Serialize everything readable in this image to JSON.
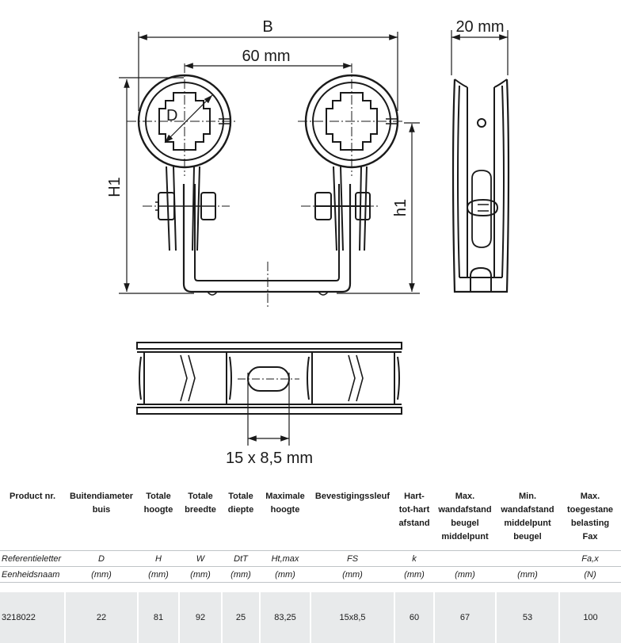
{
  "drawing": {
    "label_B": "B",
    "label_60": "60 mm",
    "label_20": "20 mm",
    "label_D": "D",
    "label_H1": "H1",
    "label_h1": "h1",
    "label_slot": "15 x 8,5 mm"
  },
  "table": {
    "headers": [
      [
        "Product nr."
      ],
      [
        "Buitendiameter",
        "buis"
      ],
      [
        "Totale",
        "hoogte"
      ],
      [
        "Totale",
        "breedte"
      ],
      [
        "Totale",
        "diepte"
      ],
      [
        "Maximale",
        "hoogte"
      ],
      [
        "Bevestigingssleuf"
      ],
      [
        "Hart-",
        "tot-hart",
        "afstand"
      ],
      [
        "Max.",
        "wandafstand",
        "beugel",
        "middelpunt"
      ],
      [
        "Min.",
        "wandafstand",
        "middelpunt",
        "beugel"
      ],
      [
        "Max.",
        "toegestane",
        "belasting",
        "Fax"
      ]
    ],
    "ref_row": [
      "Referentieletter",
      "D",
      "H",
      "W",
      "DtT",
      "Ht,max",
      "FS",
      "k",
      "",
      "",
      "Fa,x"
    ],
    "unit_row": [
      "Eenheidsnaam",
      "(mm)",
      "(mm)",
      "(mm)",
      "(mm)",
      "(mm)",
      "(mm)",
      "(mm)",
      "(mm)",
      "(mm)",
      "(N)"
    ],
    "data_row": [
      "3218022",
      "22",
      "81",
      "92",
      "25",
      "83,25",
      "15x8,5",
      "60",
      "67",
      "53",
      "100"
    ]
  }
}
